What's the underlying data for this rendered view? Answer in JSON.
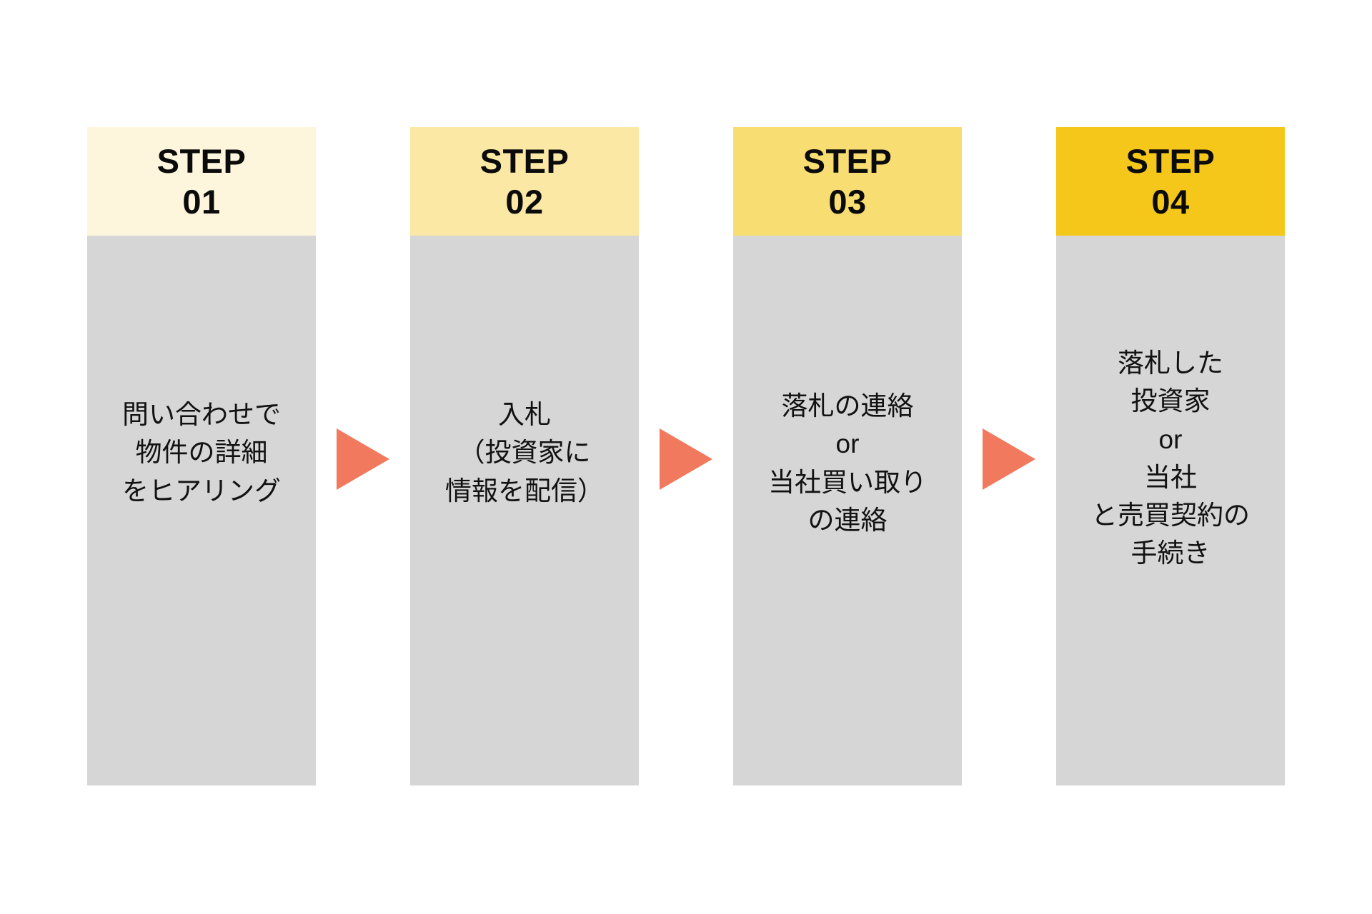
{
  "diagram": {
    "type": "process-flow",
    "orientation": "horizontal",
    "step_count": 4,
    "background_color": "#ffffff",
    "body_color": "#d6d6d6",
    "arrow_color": "#f0795e",
    "text_color": "#121212"
  },
  "steps": [
    {
      "label": "STEP",
      "number": "01",
      "header_color": "#fdf6dd",
      "body": "問い合わせで\n物件の詳細\nをヒアリング",
      "lines": [
        "問い合わせで",
        "物件の詳細",
        "をヒアリング"
      ]
    },
    {
      "label": "STEP",
      "number": "02",
      "header_color": "#fae8a4",
      "body": "入札\n（投資家に\n情報を配信）",
      "lines": [
        "入札",
        "（投資家に",
        "情報を配信）"
      ]
    },
    {
      "label": "STEP",
      "number": "03",
      "header_color": "#f8de72",
      "body": "落札の連絡\nor\n当社買い取り\nの連絡",
      "lines": [
        "落札の連絡",
        "or",
        "当社買い取り",
        "の連絡"
      ]
    },
    {
      "label": "STEP",
      "number": "04",
      "header_color": "#f5c71b",
      "body": "落札した\n投資家\nor\n当社\nと売買契約の\n手続き",
      "lines": [
        "落札した",
        "投資家",
        "or",
        "当社",
        "と売買契約の",
        "手続き"
      ]
    }
  ],
  "connectors": [
    {
      "name": "arrow-1-2",
      "glyph": "triangle-right",
      "color": "#f0795e"
    },
    {
      "name": "arrow-2-3",
      "glyph": "triangle-right",
      "color": "#f0795e"
    },
    {
      "name": "arrow-3-4",
      "glyph": "triangle-right",
      "color": "#f0795e"
    }
  ]
}
